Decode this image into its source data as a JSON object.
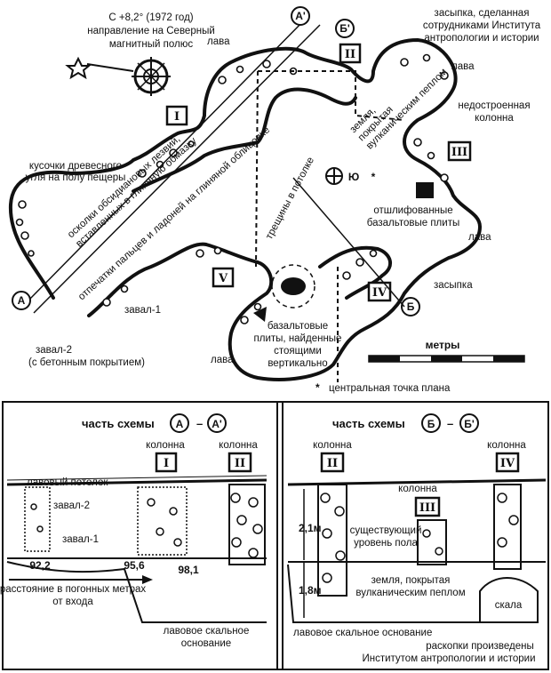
{
  "plan": {
    "north_note_line1": "С +8,2° (1972 год)",
    "north_note_line2": "направление на Северный",
    "north_note_line3": "магнитный полюс",
    "point_a": "А",
    "point_a_prime": "А'",
    "point_b": "Б",
    "point_b_prime": "Б'",
    "point_u": "Ю",
    "fill_note_line1": "засыпка, сделанная",
    "fill_note_line2": "сотрудниками Института",
    "fill_note_line3": "антропологии и истории",
    "lava_labels": [
      "лава",
      "лава",
      "лава",
      "лава"
    ],
    "unfinished_column_line1": "недостроенная",
    "unfinished_column_line2": "колонна",
    "soil_ash_line1": "земля,",
    "soil_ash_line2": "покрытая",
    "soil_ash_line3": "вулканическим пеплом",
    "charcoal_line1": "кусочки древесного",
    "charcoal_line2": "угля на полу пещеры",
    "obsidian_line1": "осколки обсидиановых лезвий,",
    "obsidian_line2": "вставленных в глиняную обмазку",
    "prints_line": "отпечатки пальцев и ладоней на глиняной облицовке",
    "cracks_line1": "трещины в потолке",
    "polished_line1": "отшлифованные",
    "polished_line2": "базальтовые плиты",
    "fill_short": "засыпка",
    "collapse1": "завал-1",
    "collapse2_line1": "завал-2",
    "collapse2_line2": "(с бетонным покрытием)",
    "basalt_line1": "базальтовые",
    "basalt_line2": "плиты, найденные",
    "basalt_line3": "стоящими",
    "basalt_line4": "вертикально",
    "scale_label": "метры",
    "center_point": "центральная точка плана",
    "chambers": [
      "I",
      "II",
      "III",
      "IV",
      "V"
    ]
  },
  "section_a": {
    "title": "часть схемы",
    "from": "А",
    "to": "А'",
    "column_label": "колонна",
    "col1": "I",
    "col2": "II",
    "lava_ceiling": "лавовый потолок",
    "collapse2": "завал-2",
    "collapse1": "завал-1",
    "d1": "92,2",
    "d2": "95,6",
    "d3": "98,1",
    "distance_line1": "расстояние в погонных метрах",
    "distance_line2": "от входа",
    "bedrock_line1": "лавовое скальное",
    "bedrock_line2": "основание"
  },
  "section_b": {
    "title": "часть схемы",
    "from": "Б",
    "to": "Б'",
    "column_label": "колонна",
    "col1": "II",
    "col2": "III",
    "col3": "IV",
    "h1": "2,1м",
    "h2": "1,8м",
    "floor_line1": "существующий",
    "floor_line2": "уровень пола",
    "soil_line1": "земля, покрытая",
    "soil_line2": "вулканическим пеплом",
    "rock": "скала",
    "bedrock": "лавовое скальное основание",
    "excav_line1": "раскопки произведены",
    "excav_line2": "Институтом антропологии и истории"
  }
}
